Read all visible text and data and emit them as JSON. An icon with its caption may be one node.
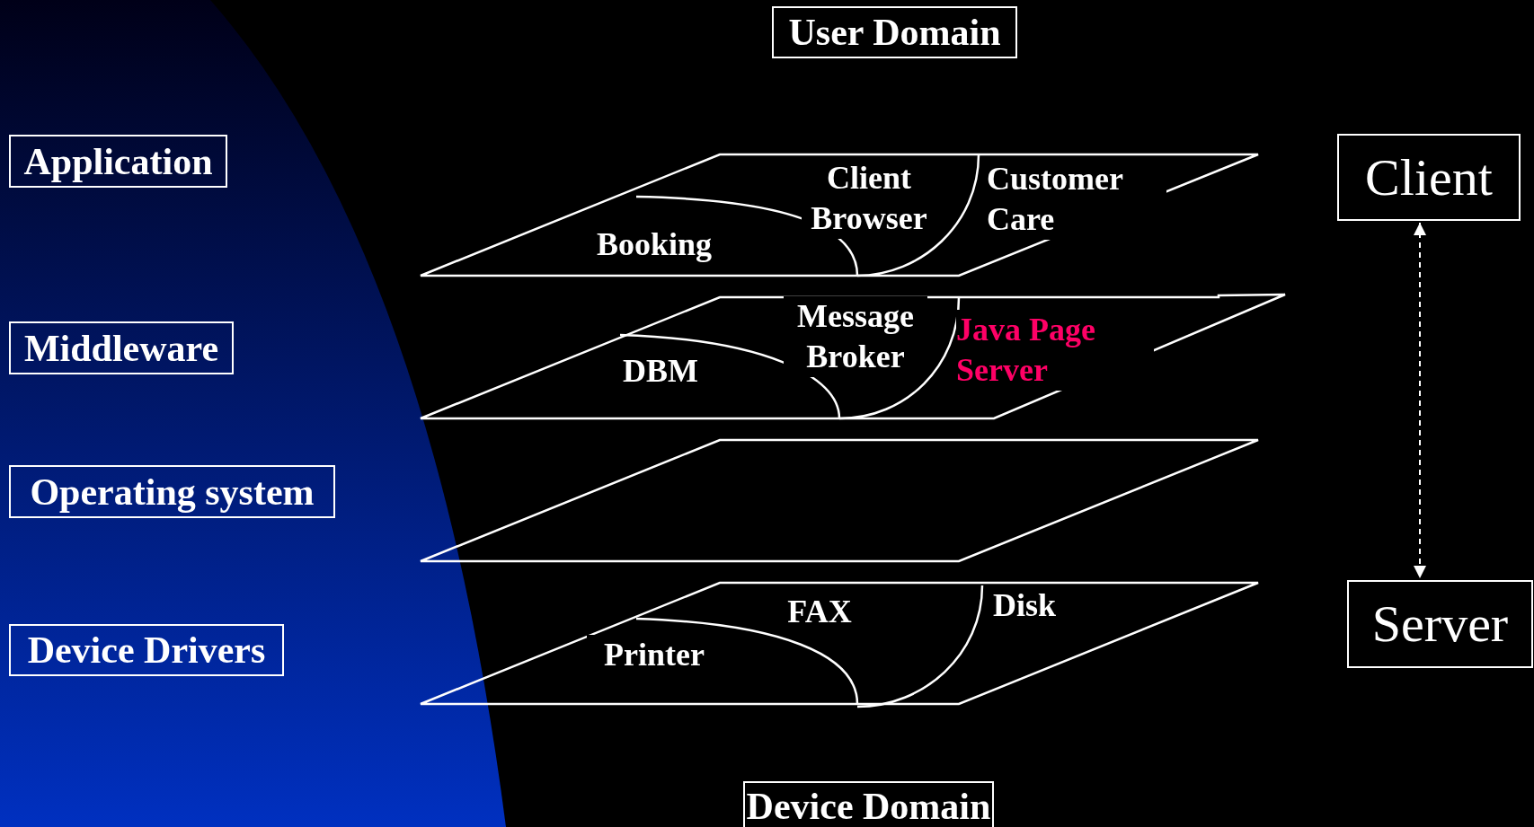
{
  "diagram": {
    "nodes": [
      {
        "text": [
          "User Domain"
        ]
      },
      {
        "text": [
          "Application"
        ]
      },
      {
        "text": [
          "Client"
        ]
      },
      {
        "text": [
          "Booking",
          "Client Browser",
          "Customer Care"
        ]
      },
      {
        "text": [
          "Middleware"
        ]
      },
      {
        "text": [
          "DBM",
          "Message Broker",
          "Java Page Server"
        ]
      },
      {
        "text": [
          "Operating system"
        ]
      },
      {
        "text": [],
        "shape": "box"
      },
      {
        "text": [
          "Device Drivers"
        ]
      },
      {
        "text": [
          "Printer",
          "FAX",
          "Disk"
        ]
      },
      {
        "text": [
          "Server"
        ]
      },
      {
        "text": [
          "Device Domain"
        ]
      }
    ],
    "edges": [
      {
        "from": 2,
        "to": 10,
        "arrow": "both",
        "style": "dashed"
      }
    ]
  }
}
